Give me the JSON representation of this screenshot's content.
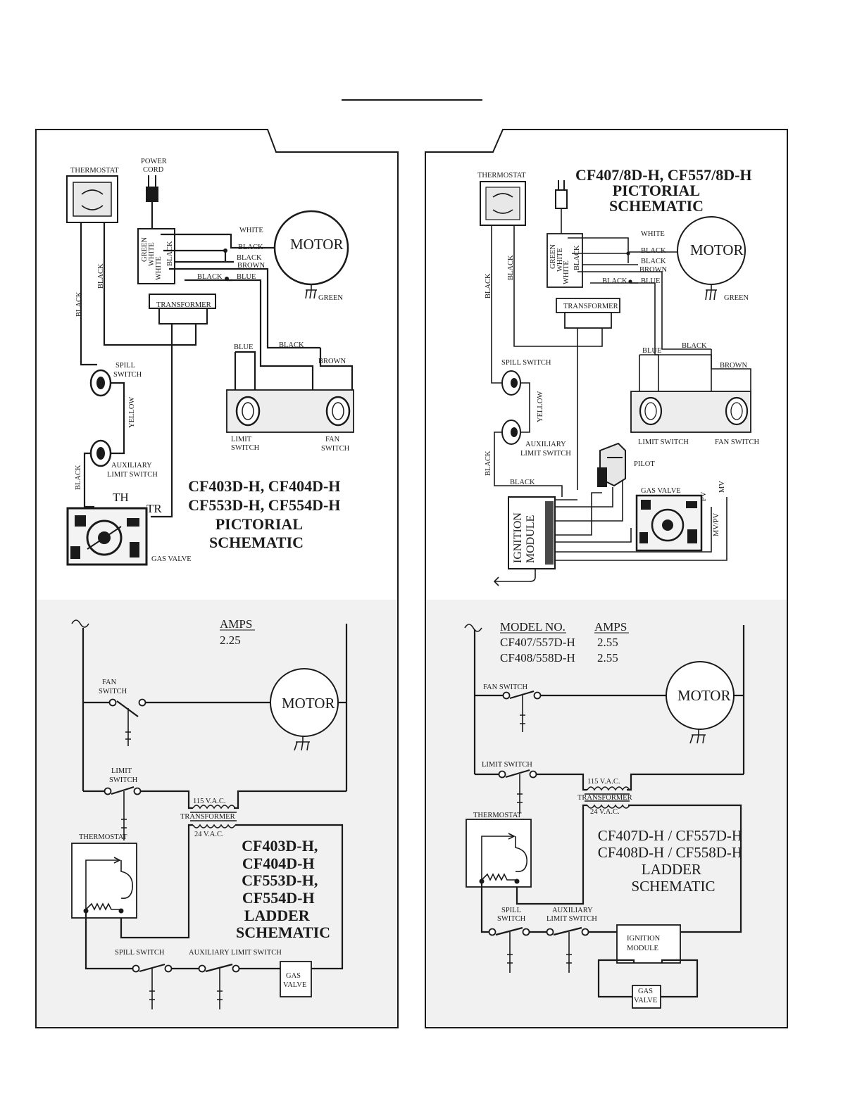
{
  "left_pictorial": {
    "labels": {
      "thermostat": "THERMOSTAT",
      "power": "POWER",
      "cord": "CORD",
      "white_top": "WHITE",
      "black1": "BLACK",
      "black2": "BLACK",
      "brown": "BROWN",
      "black3": "BLACK",
      "blue": "BLUE",
      "motor": "MOTOR",
      "green": "GREEN",
      "transformer": "TRANSFORMER",
      "v_green": "GREEN",
      "v_white1": "WHITE",
      "v_white2": "WHITE",
      "v_black": "BLACK",
      "v_black_left": "BLACK",
      "v_black_mid": "BLACK",
      "v_yellow": "YELLOW",
      "v_black_low": "BLACK",
      "blue_lower": "BLUE",
      "black_lower": "BLACK",
      "brown_lower": "BROWN",
      "spill1": "SPILL",
      "spill2": "SWITCH",
      "limit1": "LIMIT",
      "limit2": "SWITCH",
      "fan1": "FAN",
      "fan2": "SWITCH",
      "aux1": "AUXILIARY",
      "aux2": "LIMIT SWITCH",
      "th": "TH",
      "tr": "TR",
      "gas_valve": "GAS VALVE"
    },
    "title_lines": [
      "CF403D-H, CF404D-H",
      "CF553D-H, CF554D-H",
      "PICTORIAL",
      "SCHEMATIC"
    ]
  },
  "right_pictorial": {
    "labels": {
      "thermostat": "THERMOSTAT",
      "white_top": "WHITE",
      "black1": "BLACK",
      "black2": "BLACK",
      "brown": "BROWN",
      "black3": "BLACK",
      "blue": "BLUE",
      "motor": "MOTOR",
      "green": "GREEN",
      "transformer": "TRANSFORMER",
      "v_green": "GREEN",
      "v_white1": "WHITE",
      "v_white2": "WHITE",
      "v_black": "BLACK",
      "v_black_left": "BLACK",
      "v_black_mid": "BLACK",
      "v_yellow": "YELLOW",
      "v_black_low": "BLACK",
      "blue_lower": "BLUE",
      "black_lower": "BLACK",
      "brown_lower": "BROWN",
      "spill": "SPILL SWITCH",
      "limit": "LIMIT SWITCH",
      "fan": "FAN SWITCH",
      "aux1": "AUXILIARY",
      "aux2": "LIMIT SWITCH",
      "pilot": "PILOT",
      "black_ign": "BLACK",
      "gas_valve": "GAS VALVE",
      "pv": "PV",
      "mv": "MV",
      "mvpv": "MV/PV",
      "ignition": "IGNITION",
      "module": "MODULE"
    },
    "title_lines": [
      "CF407/8D-H, CF557/8D-H",
      "PICTORIAL",
      "SCHEMATIC"
    ]
  },
  "left_ladder": {
    "amps_label": "AMPS",
    "amps_value": "2.25",
    "labels": {
      "fan1": "FAN",
      "fan2": "SWITCH",
      "motor": "MOTOR",
      "limit1": "LIMIT",
      "limit2": "SWITCH",
      "v115": "115 V.A.C.",
      "transformer": "TRANSFORMER",
      "v24": "24 V.A.C.",
      "thermostat": "THERMOSTAT",
      "spill": "SPILL SWITCH",
      "aux": "AUXILIARY LIMIT SWITCH",
      "gas1": "GAS",
      "gas2": "VALVE"
    },
    "title_lines": [
      "CF403D-H,",
      "CF404D-H",
      "CF553D-H,",
      "CF554D-H",
      "LADDER",
      "SCHEMATIC"
    ]
  },
  "right_ladder": {
    "model_header": "MODEL NO.",
    "amps_header": "AMPS",
    "rows": [
      {
        "model": "CF407/557D-H",
        "amps": "2.55"
      },
      {
        "model": "CF408/558D-H",
        "amps": "2.55"
      }
    ],
    "labels": {
      "fan": "FAN SWITCH",
      "motor": "MOTOR",
      "limit": "LIMIT SWITCH",
      "v115": "115 V.A.C.",
      "transformer": "TRANSFORMER",
      "v24": "24 V.A.C.",
      "thermostat": "THERMOSTAT",
      "spill1": "SPILL",
      "spill2": "SWITCH",
      "aux1": "AUXILIARY",
      "aux2": "LIMIT SWITCH",
      "ign1": "IGNITION",
      "ign2": "MODULE",
      "gas1": "GAS",
      "gas2": "VALVE"
    },
    "title_lines": [
      "CF407D-H / CF557D-H",
      "CF408D-H / CF558D-H",
      "LADDER",
      "SCHEMATIC"
    ]
  }
}
